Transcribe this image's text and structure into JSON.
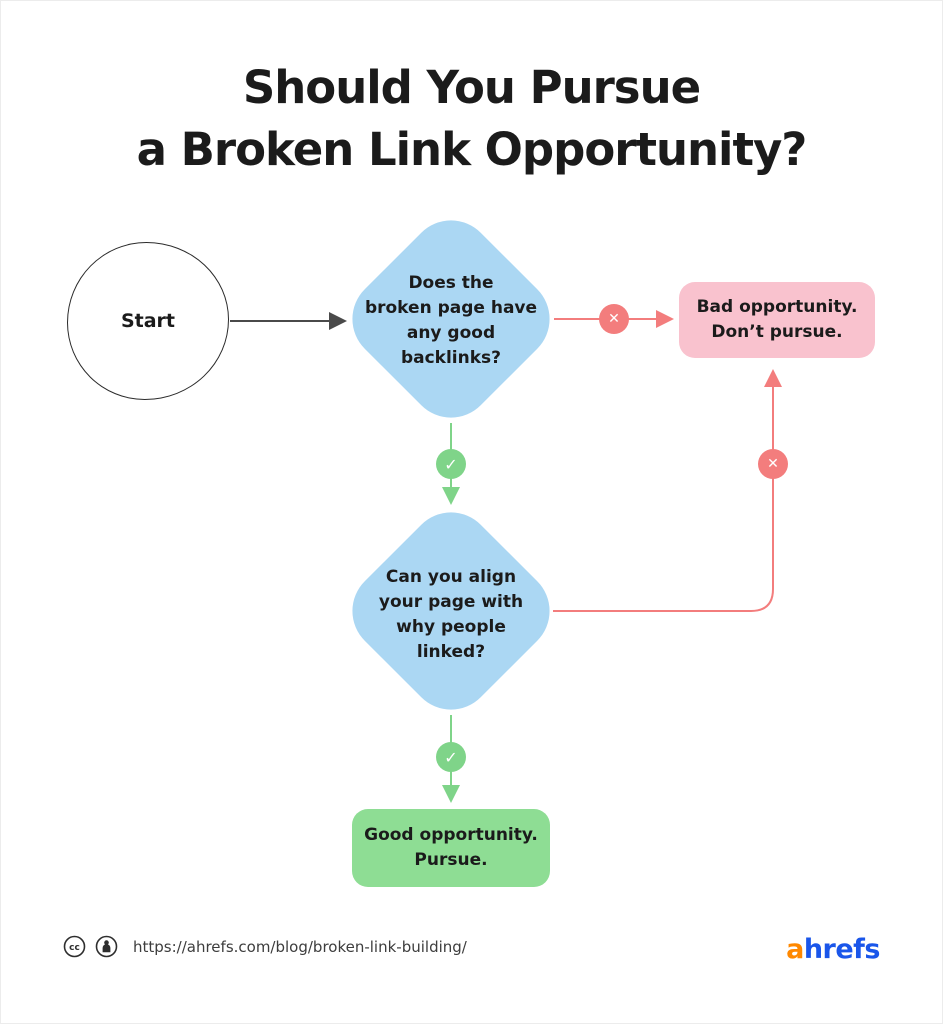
{
  "title": "Should You Pursue\na Broken Link Opportunity?",
  "flow": {
    "start": {
      "label": "Start"
    },
    "decision1": {
      "label": "Does the\nbroken page have\nany good\nbacklinks?"
    },
    "decision2": {
      "label": "Can you align\nyour page with\nwhy people\nlinked?"
    },
    "bad_outcome": {
      "label": "Bad opportunity.\nDon’t pursue."
    },
    "good_outcome": {
      "label": "Good opportunity.\nPursue."
    }
  },
  "badges": {
    "no": "✕",
    "yes": "✓"
  },
  "footer": {
    "url": "https://ahrefs.com/blog/broken-link-building/",
    "logo": {
      "first": "a",
      "rest": "hrefs"
    }
  },
  "colors": {
    "decision_fill": "#ABD7F3",
    "bad_fill": "#F9C2CE",
    "good_fill": "#8EDD94",
    "no_accent": "#F37D7D",
    "yes_accent": "#7FD489",
    "start_arrow": "#4A4A4A",
    "logo_orange": "#FF8800",
    "logo_blue": "#1A56EA"
  }
}
